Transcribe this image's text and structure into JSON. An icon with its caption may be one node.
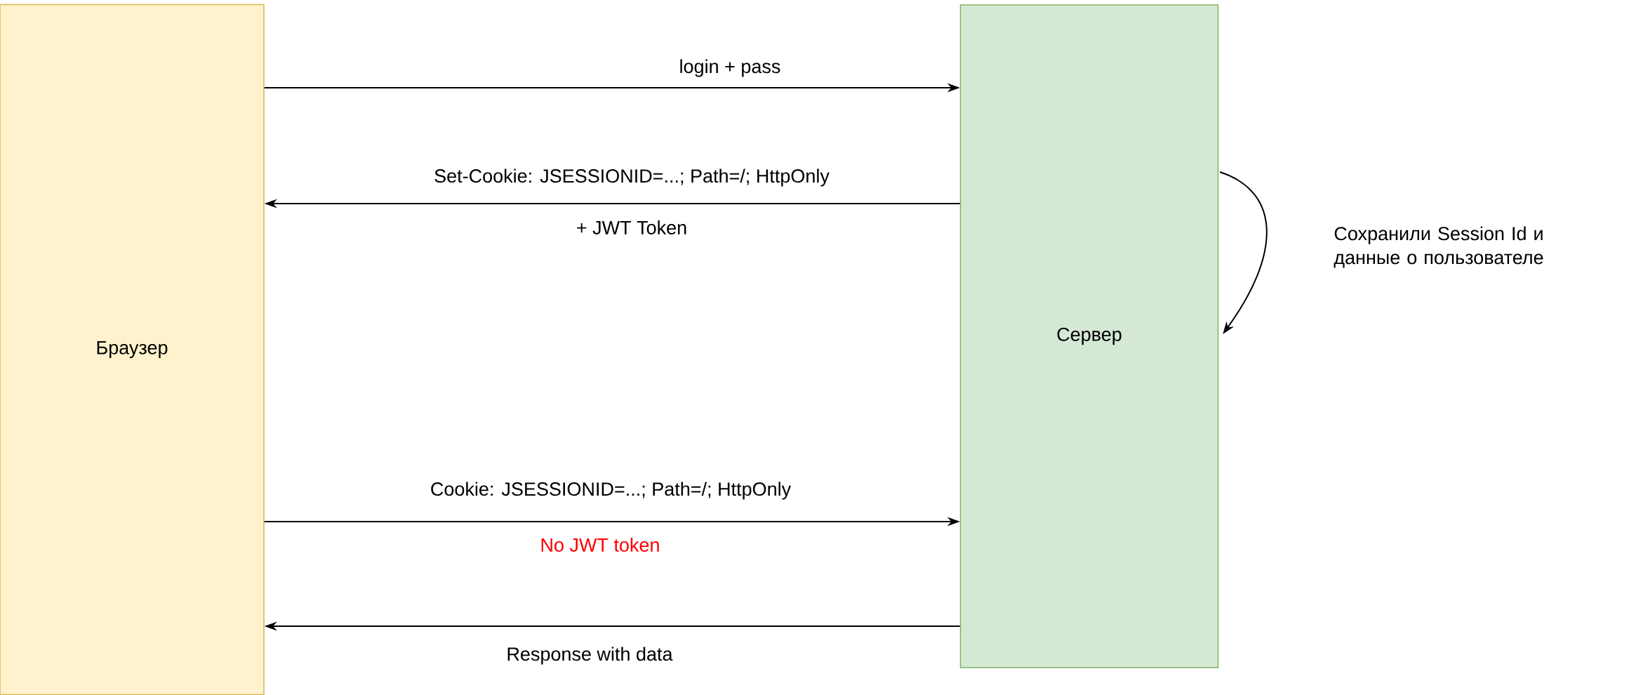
{
  "diagram": {
    "nodes": [
      {
        "text": [
          "Браузер"
        ]
      },
      {
        "text": [
          "Сервер"
        ]
      }
    ],
    "edges": [
      {
        "from": 0,
        "to": 1,
        "arrow": "to",
        "label": "login + pass"
      },
      {
        "from": 1,
        "to": 0,
        "arrow": "to",
        "label": "Set-Cookie: JSESSIONID=...; Path=/; HttpOnly"
      },
      {
        "from": 1,
        "to": 1,
        "arrow": "to",
        "label": "Сохранили Session Id и данные о пользователе"
      },
      {
        "from": 0,
        "to": 1,
        "arrow": "to",
        "label": "Cookie: JSESSIONID=...; Path=/; HttpOnly"
      },
      {
        "from": 1,
        "to": 0,
        "arrow": "to",
        "label": "Response with data"
      }
    ],
    "labels": [
      "+ JWT Token",
      "No JWT token"
    ]
  }
}
